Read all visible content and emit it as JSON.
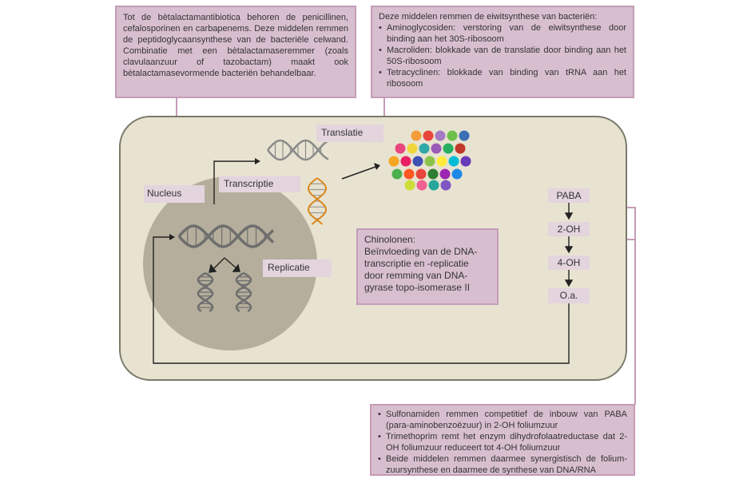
{
  "colors": {
    "cell_fill": "#e8e3d1",
    "cell_border": "#7a7a6a",
    "nucleus": "#b5ae9c",
    "callout_fill": "#d8bfd0",
    "callout_border": "#c49cb7",
    "label_fill": "#e3d4de",
    "connector": "#c49cb7",
    "dna": "#8a8a8a",
    "mrna": "#d9871e"
  },
  "callouts": {
    "betalactam": "Tot de bètalactamantibiotica behoren de penicil­linen, cefalosporinen en carbapenems. Deze mid­delen remmen de peptidoglycaansynthese van de bacteriële celwand. Combinatie met een bètalac­tamaseremmer (zoals clavulaanzuur of tazobactam) maakt ook bètalactamasevormende bacteriën be­handelbaar.",
    "protein_intro": "Deze middelen remmen de eiwitsynthese van bacteriën:",
    "protein_items": [
      "Aminoglycosiden: verstoring van de eiwitsynthese door binding aan het 30S-ribosoom",
      "Macroliden: blokkade van de translatie door binding aan het 50S-ribosoom",
      "Tetracyclinen: blokkade van binding van tRNA aan het ribosoom"
    ],
    "chinolonen": [
      "Chinolonen:",
      "Beïnvloeding van de DNA-",
      "transcriptie en -replicatie",
      "door remming van DNA-",
      "gyrase topo-isomerase II"
    ],
    "folate_items": [
      "Sulfonamiden remmen competitief de inbouw van PABA (para-aminobenzoëzuur) in 2-OH foliumzuur",
      "Trimethoprim remt het enzym dihydrofolaatreductase dat 2-OH foliumzuur reduceert tot 4-OH foliumzuur",
      "Beide middelen remmen daarmee synergistisch de folium­zuursynthese en daarmee de synthese van DNA/RNA"
    ]
  },
  "labels": {
    "translatie": "Translatie",
    "transcriptie": "Transcriptie",
    "nucleus": "Nucleus",
    "replicatie": "Replicatie"
  },
  "pathway": [
    "PABA",
    "2-OH",
    "4-OH",
    "O.a."
  ],
  "ribosome_beads": [
    "#f39c3a",
    "#e8453c",
    "#a47cc3",
    "#6dbf4b",
    "#3b6fb6",
    "#e8467f",
    "#f0d63a",
    "#2fa8a8",
    "#9b59b6",
    "#27ae60",
    "#c0392b",
    "#f5a623",
    "#e91e63",
    "#3f51b5",
    "#8bc34a",
    "#ffeb3b",
    "#00bcd4",
    "#673ab7",
    "#4caf50",
    "#ff5722",
    "#e8453c",
    "#2e7d32",
    "#9c27b0",
    "#1e88e5",
    "#cddc39",
    "#f06292",
    "#26a69a",
    "#7e57c2",
    "#fbc02d",
    "#43a047",
    "#d81b60",
    "#5e35b1",
    "#ef6c00",
    "#00897b",
    "#c2185b",
    "#3949ab",
    "#7cb342",
    "#8e24aa",
    "#e53935",
    "#880e4f"
  ]
}
